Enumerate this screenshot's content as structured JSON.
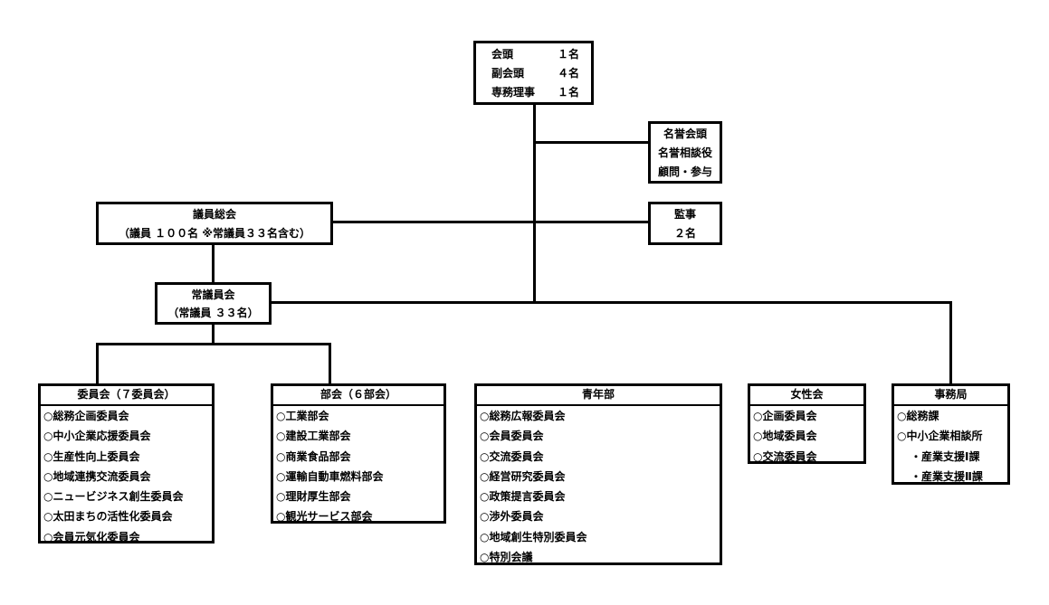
{
  "executives": [
    {
      "role": "会頭",
      "count": "１名"
    },
    {
      "role": "副会頭",
      "count": "４名"
    },
    {
      "role": "専務理事",
      "count": "１名"
    }
  ],
  "honorary": [
    "名誉会頭",
    "名誉相談役",
    "顧問・参与"
  ],
  "assembly": {
    "title": "議員総会",
    "detail": "（議員 １００名 ※常議員３３名含む）"
  },
  "auditor": {
    "title": "監事",
    "count": "２名"
  },
  "standing": {
    "title": "常議員会",
    "detail": "（常議員 ３３名）"
  },
  "committees": {
    "title": "委員会（７委員会）",
    "items": [
      "○総務企画委員会",
      "○中小企業応援委員会",
      "○生産性向上委員会",
      "○地域連携交流委員会",
      "○ニュービジネス創生委員会",
      "○太田まちの活性化委員会",
      "○会員元気化委員会"
    ]
  },
  "divisions": {
    "title": "部会（６部会）",
    "items": [
      "○工業部会",
      "○建設工業部会",
      "○商業食品部会",
      "○運輸自動車燃料部会",
      "○理財厚生部会",
      "○観光サービス部会"
    ]
  },
  "youth": {
    "title": "青年部",
    "items": [
      "○総務広報委員会",
      "○会員委員会",
      "○交流委員会",
      "○経営研究委員会",
      "○政策提言委員会",
      "○渉外委員会",
      "○地域創生特別委員会",
      "○特別会議"
    ]
  },
  "women": {
    "title": "女性会",
    "items": [
      "○企画委員会",
      "○地域委員会",
      "○交流委員会"
    ]
  },
  "secretariat": {
    "title": "事務局",
    "items": [
      "○総務課",
      "○中小企業相談所",
      "・産業支援Ⅰ課",
      "・産業支援Ⅱ課"
    ]
  }
}
